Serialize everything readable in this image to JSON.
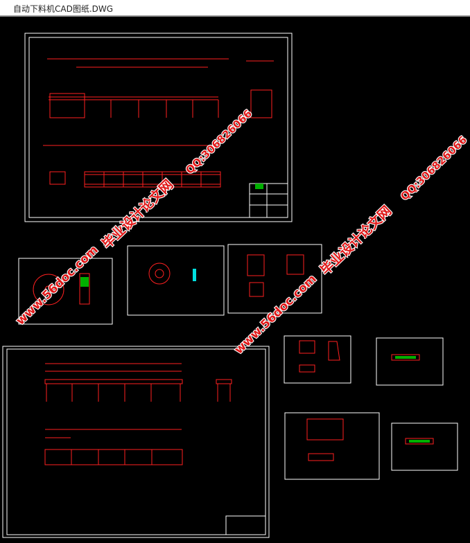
{
  "window": {
    "title": "自动下料机CAD图纸.DWG"
  },
  "watermarks": {
    "site_cn": "毕业设计论文网",
    "url": "www.56doc.com",
    "qq": "QQ:306826066"
  },
  "colors": {
    "background": "#000000",
    "frame": "#ffffff",
    "drawing": "#ff2020",
    "dimension": "#d01090",
    "hatch": "#00c000",
    "highlight": "#00e0e0"
  }
}
